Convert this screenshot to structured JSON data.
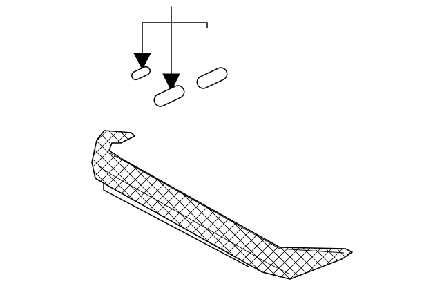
{
  "diagram": {
    "leaders": 1,
    "parts": [
      {
        "name": "clip-small"
      },
      {
        "name": "clip-medium"
      },
      {
        "name": "clip-large"
      },
      {
        "name": "trim-panel"
      }
    ]
  }
}
